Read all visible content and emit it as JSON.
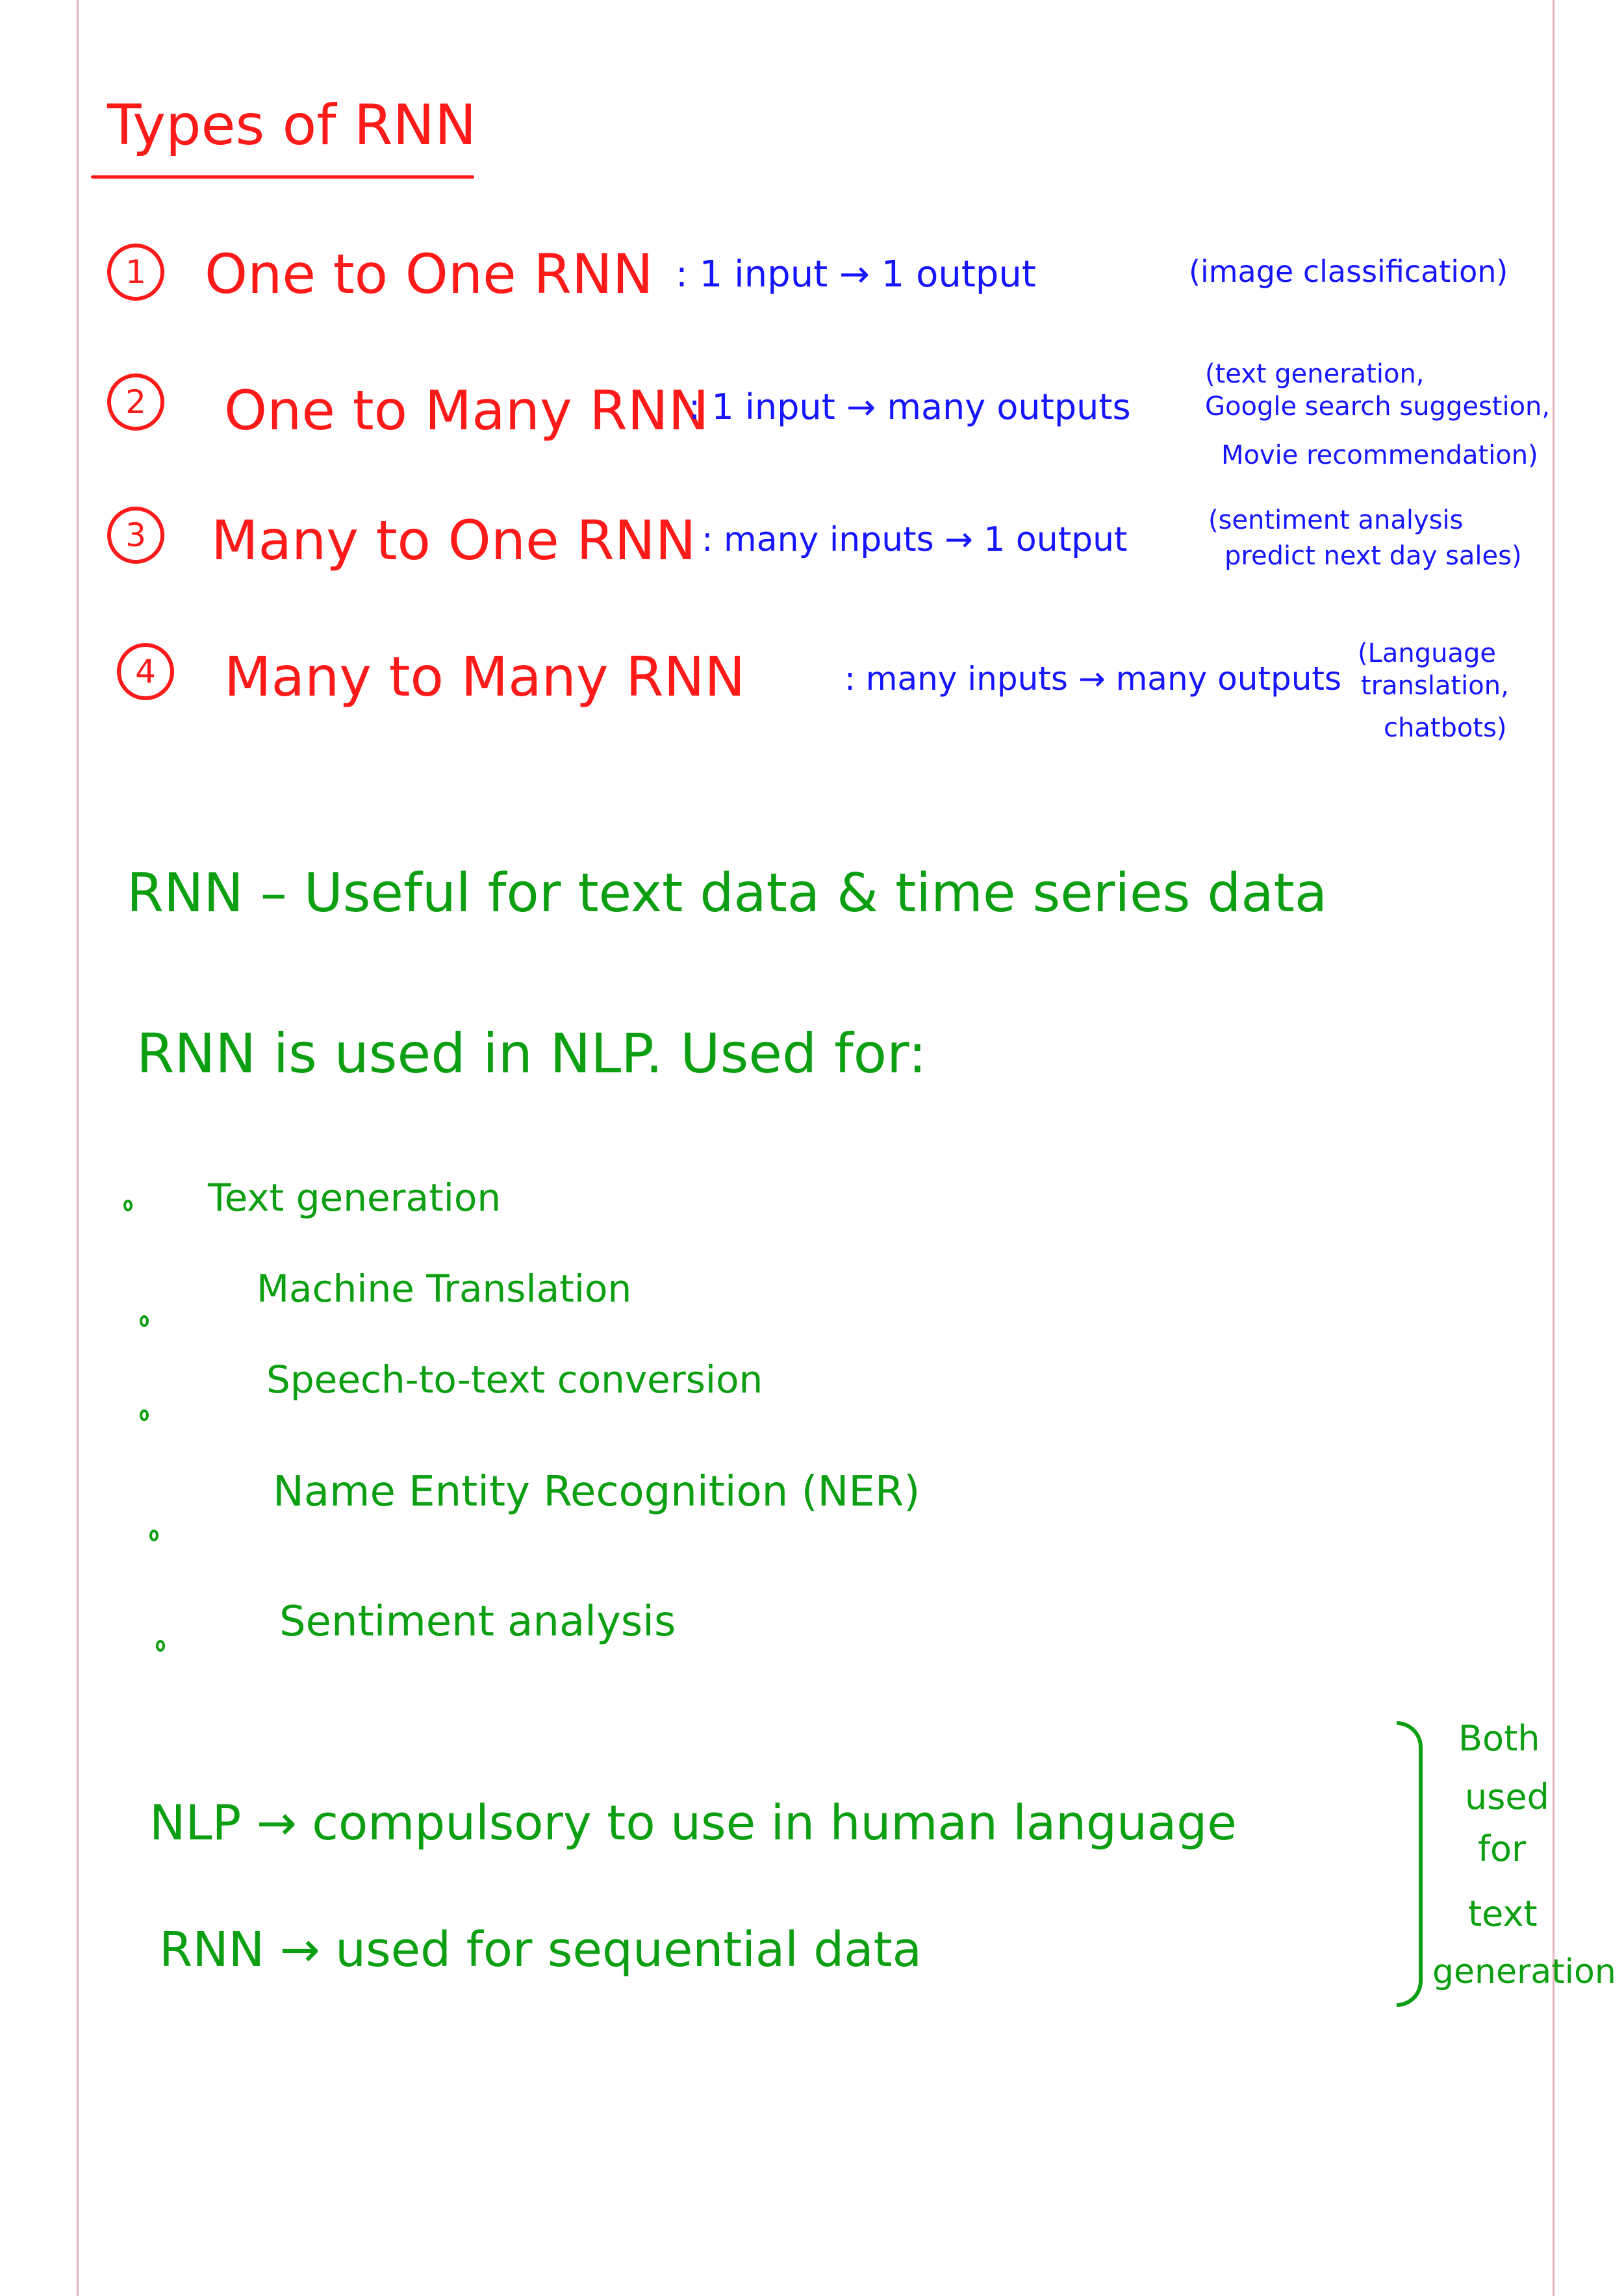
{
  "title": "Types of RNN",
  "types": [
    {
      "number": "1",
      "name": "One to One RNN",
      "desc": ": 1 input → 1 output",
      "examples": [
        "(image classification)"
      ]
    },
    {
      "number": "2",
      "name": "One to Many RNN",
      "desc": ": 1 input → many outputs",
      "examples": [
        "(text generation,",
        "Google search suggestion,",
        "Movie recommendation)"
      ]
    },
    {
      "number": "3",
      "name": "Many to One RNN",
      "desc": ": many inputs → 1 output",
      "examples": [
        "(sentiment analysis",
        "predict next day sales)"
      ]
    },
    {
      "number": "4",
      "name": "Many to Many RNN",
      "desc": ": many inputs → many outputs",
      "examples": [
        "(Language",
        "translation,",
        "chatbots)"
      ]
    }
  ],
  "rnn_useful": "RNN – Useful for text data & time series data",
  "rnn_nlp": "RNN is used in NLP. Used for:",
  "uses": [
    "Text generation",
    "Machine Translation",
    "Speech-to-text conversion",
    "Name Entity Recognition (NER)",
    "Sentiment analysis"
  ],
  "nlp_line": "NLP → compulsory to use in human language",
  "rnn_line": "RNN → used for sequential data",
  "both_note": [
    "Both",
    "used",
    "for",
    "text",
    "generation"
  ]
}
